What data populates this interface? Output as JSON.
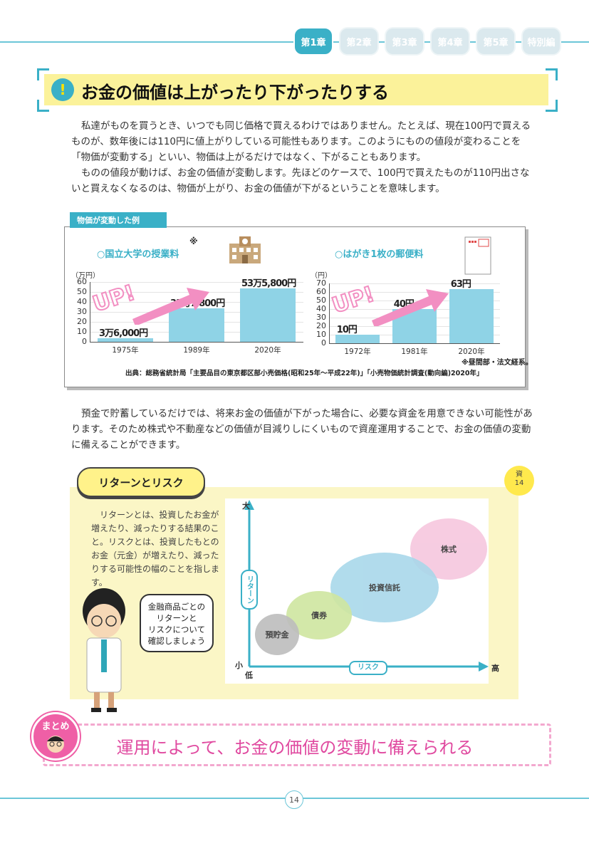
{
  "tabs": [
    "第1章",
    "第2章",
    "第3章",
    "第4章",
    "第5章",
    "特別編"
  ],
  "title": "お金の価値は上がったり下がったりする",
  "title_icon": "!",
  "intro": [
    "私達がものを買うとき、いつでも同じ価格で買えるわけではありません。たとえば、現在100円で買えるものが、数年後には110円に値上がりしている可能性もあります。このようにものの値段が変わることを「物価が変動する」といい、物価は上がるだけではなく、下がることもあります。",
    "ものの値段が動けば、お金の価値が変動します。先ほどのケースで、100円で買えたものが110円出さないと買えなくなるのは、物価が上がり、お金の価値が下がるということを意味します。"
  ],
  "panel_tag": "物価が変動した例",
  "up_label": "UP!",
  "chart_data": [
    {
      "type": "bar",
      "title": "○国立大学の授業料",
      "title_mark": "※",
      "ylabel": "（万円）",
      "yticks": [
        "0",
        "10",
        "20",
        "30",
        "40",
        "50",
        "60"
      ],
      "ylim": [
        0,
        60
      ],
      "categories": [
        "1975年",
        "1989年",
        "2020年"
      ],
      "values": [
        3.6,
        33.78,
        53.58
      ],
      "value_labels": [
        "3万6,000円",
        "33万7,800円",
        "53万5,800円"
      ]
    },
    {
      "type": "bar",
      "title": "○はがき1枚の郵便料",
      "ylabel": "（円）",
      "yticks": [
        "0",
        "10",
        "20",
        "30",
        "40",
        "50",
        "60",
        "70"
      ],
      "ylim": [
        0,
        70
      ],
      "categories": [
        "1972年",
        "1981年",
        "2020年"
      ],
      "values": [
        10,
        40,
        63
      ],
      "value_labels": [
        "10円",
        "40円",
        "63円"
      ]
    }
  ],
  "chart_note": "※昼間部・法文経系。",
  "chart_source": "出典：総務省統計局「主要品目の東京都区部小売価格(昭和25年～平成22年)」「小売物価統計調査(動向編)2020年」",
  "middle": "預金で貯蓄しているだけでは、将来お金の価値が下がった場合に、必要な資金を用意できない可能性があります。そのため株式や不動産などの価値が目減りしにくいもので資産運用することで、お金の価値の変動に備えることができます。",
  "rr": {
    "label": "リターンとリスク",
    "badge_top": "資",
    "badge_num": "14",
    "text": [
      "リターンとは、投資したお金が増えたり、減ったりする結果のこと。リスクとは、投資したもとのお金（元金）が増えたり、減ったりする可能性の幅のことを指します。"
    ],
    "speech": [
      "金融商品ごとの",
      "リターンと",
      "リスクについて",
      "確認しましょう"
    ],
    "y_high": "大",
    "y_label": "リターン",
    "y_low": "小",
    "x_low": "低",
    "x_label": "リスク",
    "x_high": "高",
    "bubbles": [
      "預貯金",
      "債券",
      "投資信託",
      "株式"
    ],
    "colors": {
      "deposit": "#bdbdbd",
      "bond": "#cfe6a0",
      "fund": "#a9d8ea",
      "stock": "#f6c7de"
    }
  },
  "summary_badge": "まとめ",
  "summary": "運用によって、お金の価値の変動に備えられる",
  "page_number": "14"
}
